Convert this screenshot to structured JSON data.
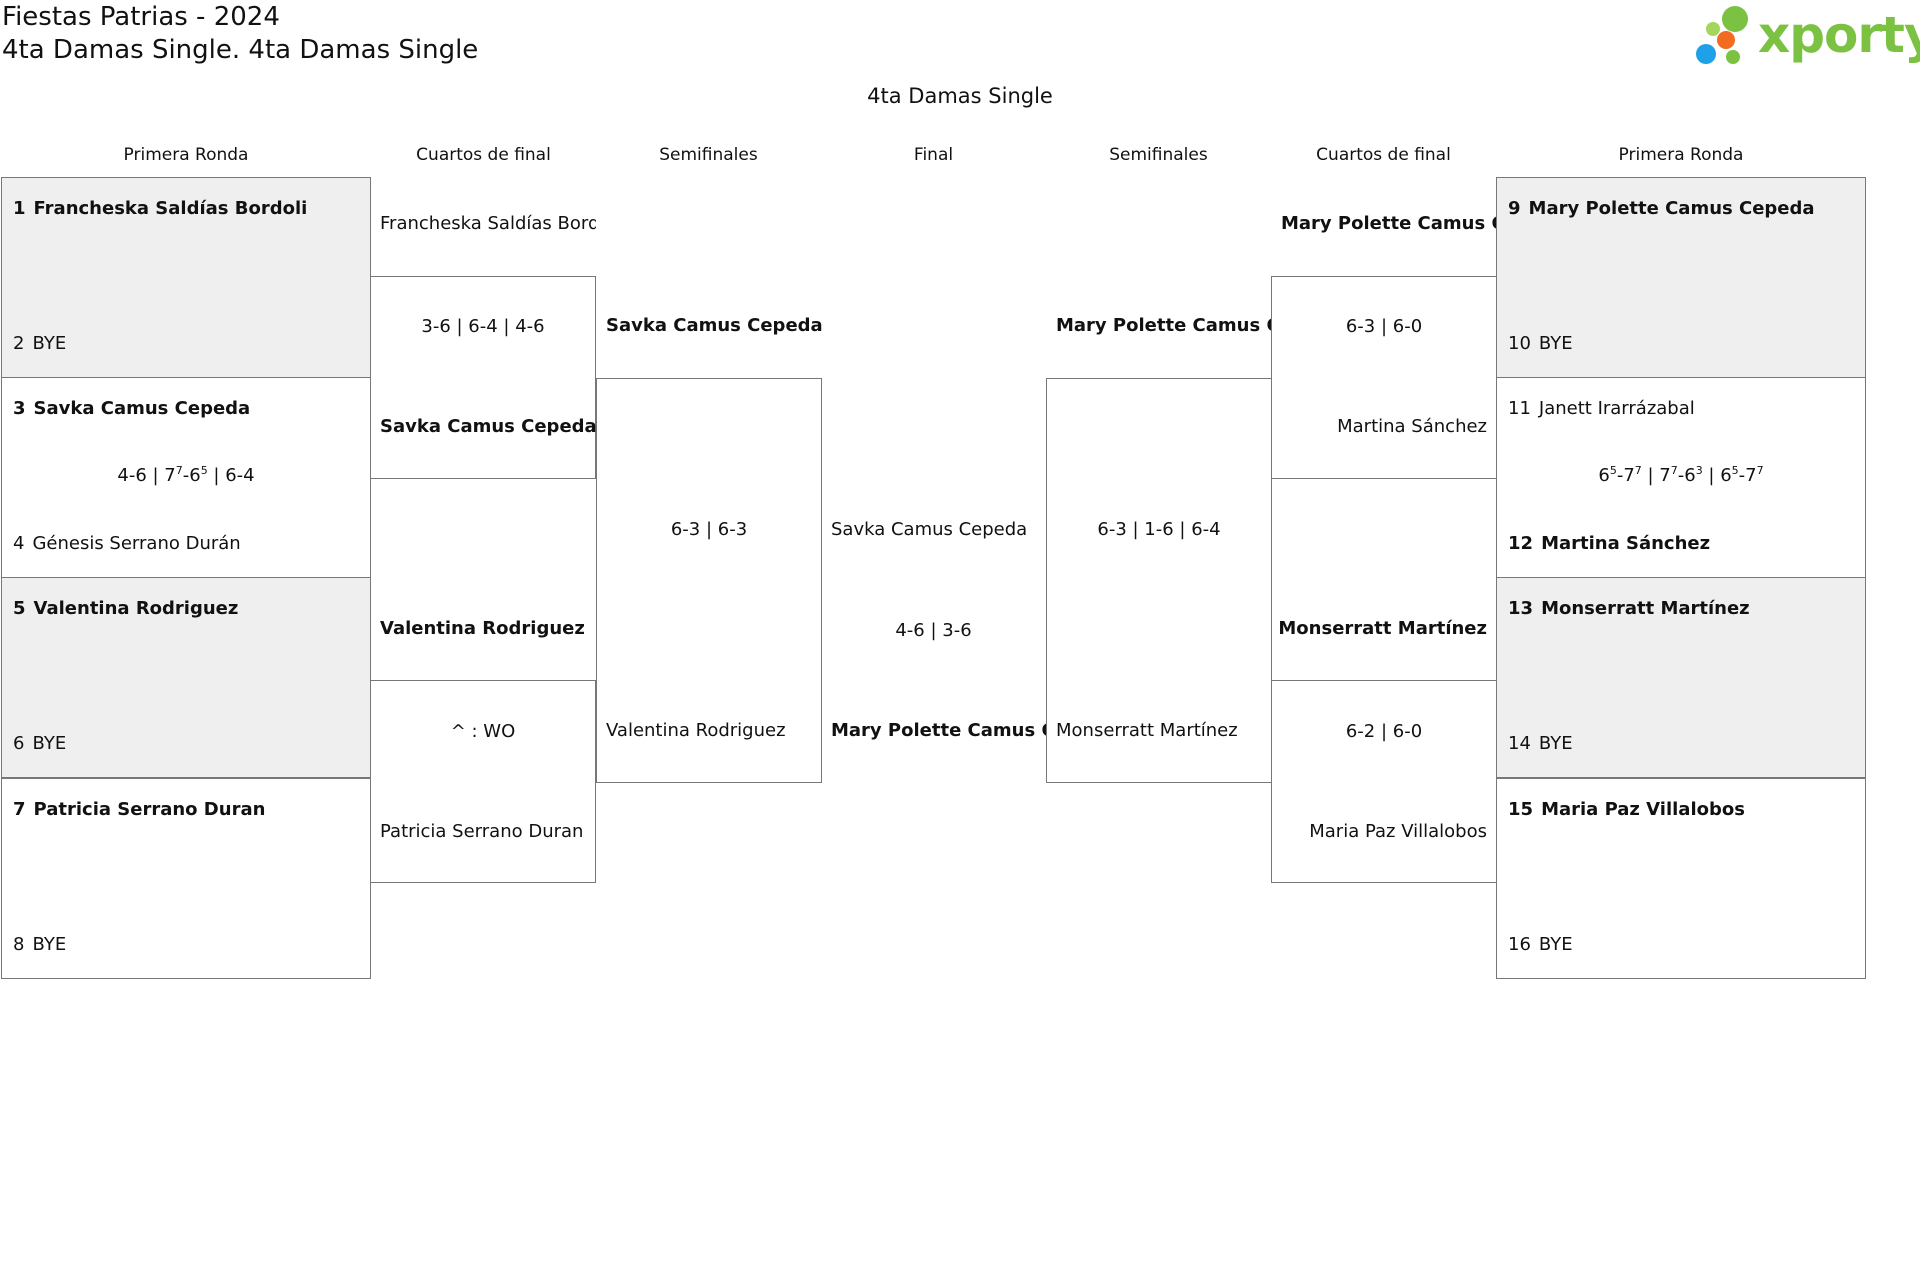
{
  "header": {
    "line1": "Fiestas Patrias - 2024",
    "line2": "4ta Damas Single. 4ta Damas Single"
  },
  "logo": {
    "text": "xporty",
    "colors": {
      "green": "#7cc242",
      "orange": "#f26b21",
      "blue": "#1ea1e8",
      "lime": "#a4d65e"
    }
  },
  "bracket": {
    "title": "4ta Damas Single",
    "rounds_left": [
      "Primera Ronda",
      "Cuartos de final",
      "Semifinales"
    ],
    "round_final": "Final",
    "rounds_right": [
      "Semifinales",
      "Cuartos de final",
      "Primera Ronda"
    ],
    "first_round_left": [
      {
        "top": {
          "seed": "1",
          "name": "Francheska Saldías Bordoli"
        },
        "bottom": {
          "seed": "2",
          "name": "BYE"
        },
        "score": ""
      },
      {
        "top": {
          "seed": "3",
          "name": "Savka Camus Cepeda"
        },
        "bottom": {
          "seed": "4",
          "name": "Génesis Serrano Durán"
        },
        "score": "4-6 | 7^7-6^5 | 6-4"
      },
      {
        "top": {
          "seed": "5",
          "name": "Valentina Rodriguez"
        },
        "bottom": {
          "seed": "6",
          "name": "BYE"
        },
        "score": ""
      },
      {
        "top": {
          "seed": "7",
          "name": "Patricia Serrano Duran"
        },
        "bottom": {
          "seed": "8",
          "name": "BYE"
        },
        "score": ""
      }
    ],
    "first_round_right": [
      {
        "top": {
          "seed": "9",
          "name": "Mary Polette Camus Cepeda"
        },
        "bottom": {
          "seed": "10",
          "name": "BYE"
        },
        "score": ""
      },
      {
        "top": {
          "seed": "11",
          "name": "Janett Irarrázabal"
        },
        "bottom": {
          "seed": "12",
          "name": "Martina Sánchez"
        },
        "score": "6^5-7^7 | 7^7-6^3 | 6^5-7^7"
      },
      {
        "top": {
          "seed": "13",
          "name": "Monserratt Martínez"
        },
        "bottom": {
          "seed": "14",
          "name": "BYE"
        },
        "score": ""
      },
      {
        "top": {
          "seed": "15",
          "name": "Maria Paz Villalobos"
        },
        "bottom": {
          "seed": "16",
          "name": "BYE"
        },
        "score": ""
      }
    ],
    "quarters_left": [
      {
        "top": "Francheska Saldías Bordoli",
        "bottom": "Savka Camus Cepeda",
        "score": "3-6 | 6-4 | 4-6"
      },
      {
        "top": "Valentina Rodriguez",
        "bottom": "Patricia Serrano Duran",
        "score": "^ : WO"
      }
    ],
    "quarters_right": [
      {
        "top": "Mary Polette Camus Cepeda",
        "bottom": "Martina Sánchez",
        "score": "6-3 | 6-0"
      },
      {
        "top": "Monserratt Martínez",
        "bottom": "Maria Paz Villalobos",
        "score": "6-2 | 6-0"
      }
    ],
    "semis_left": {
      "top": "Savka Camus Cepeda",
      "bottom": "Valentina Rodriguez",
      "score": "6-3 | 6-3"
    },
    "semis_right": {
      "top": "Mary Polette Camus Cepeda",
      "bottom": "Monserratt Martínez",
      "score": "6-3 | 1-6 | 6-4"
    },
    "final": {
      "top": "Savka Camus Cepeda",
      "bottom": "Mary Polette Camus Cepeda",
      "score": "4-6 | 3-6"
    }
  }
}
